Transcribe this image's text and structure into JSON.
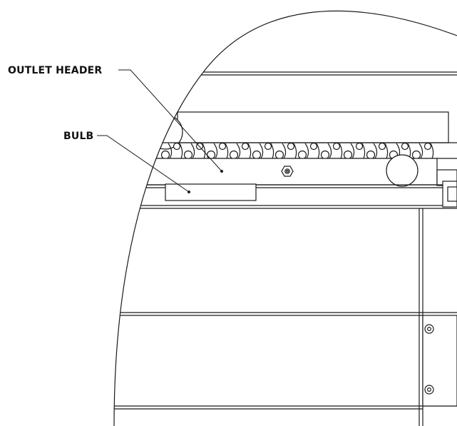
{
  "diagram": {
    "callouts": [
      {
        "id": "outlet-header",
        "label": "OUTLET HEADER"
      },
      {
        "id": "bulb",
        "label": "BULB"
      }
    ],
    "colors": {
      "line": "#1a1a1a",
      "fill": "#ffffff",
      "label": "#111111"
    }
  }
}
